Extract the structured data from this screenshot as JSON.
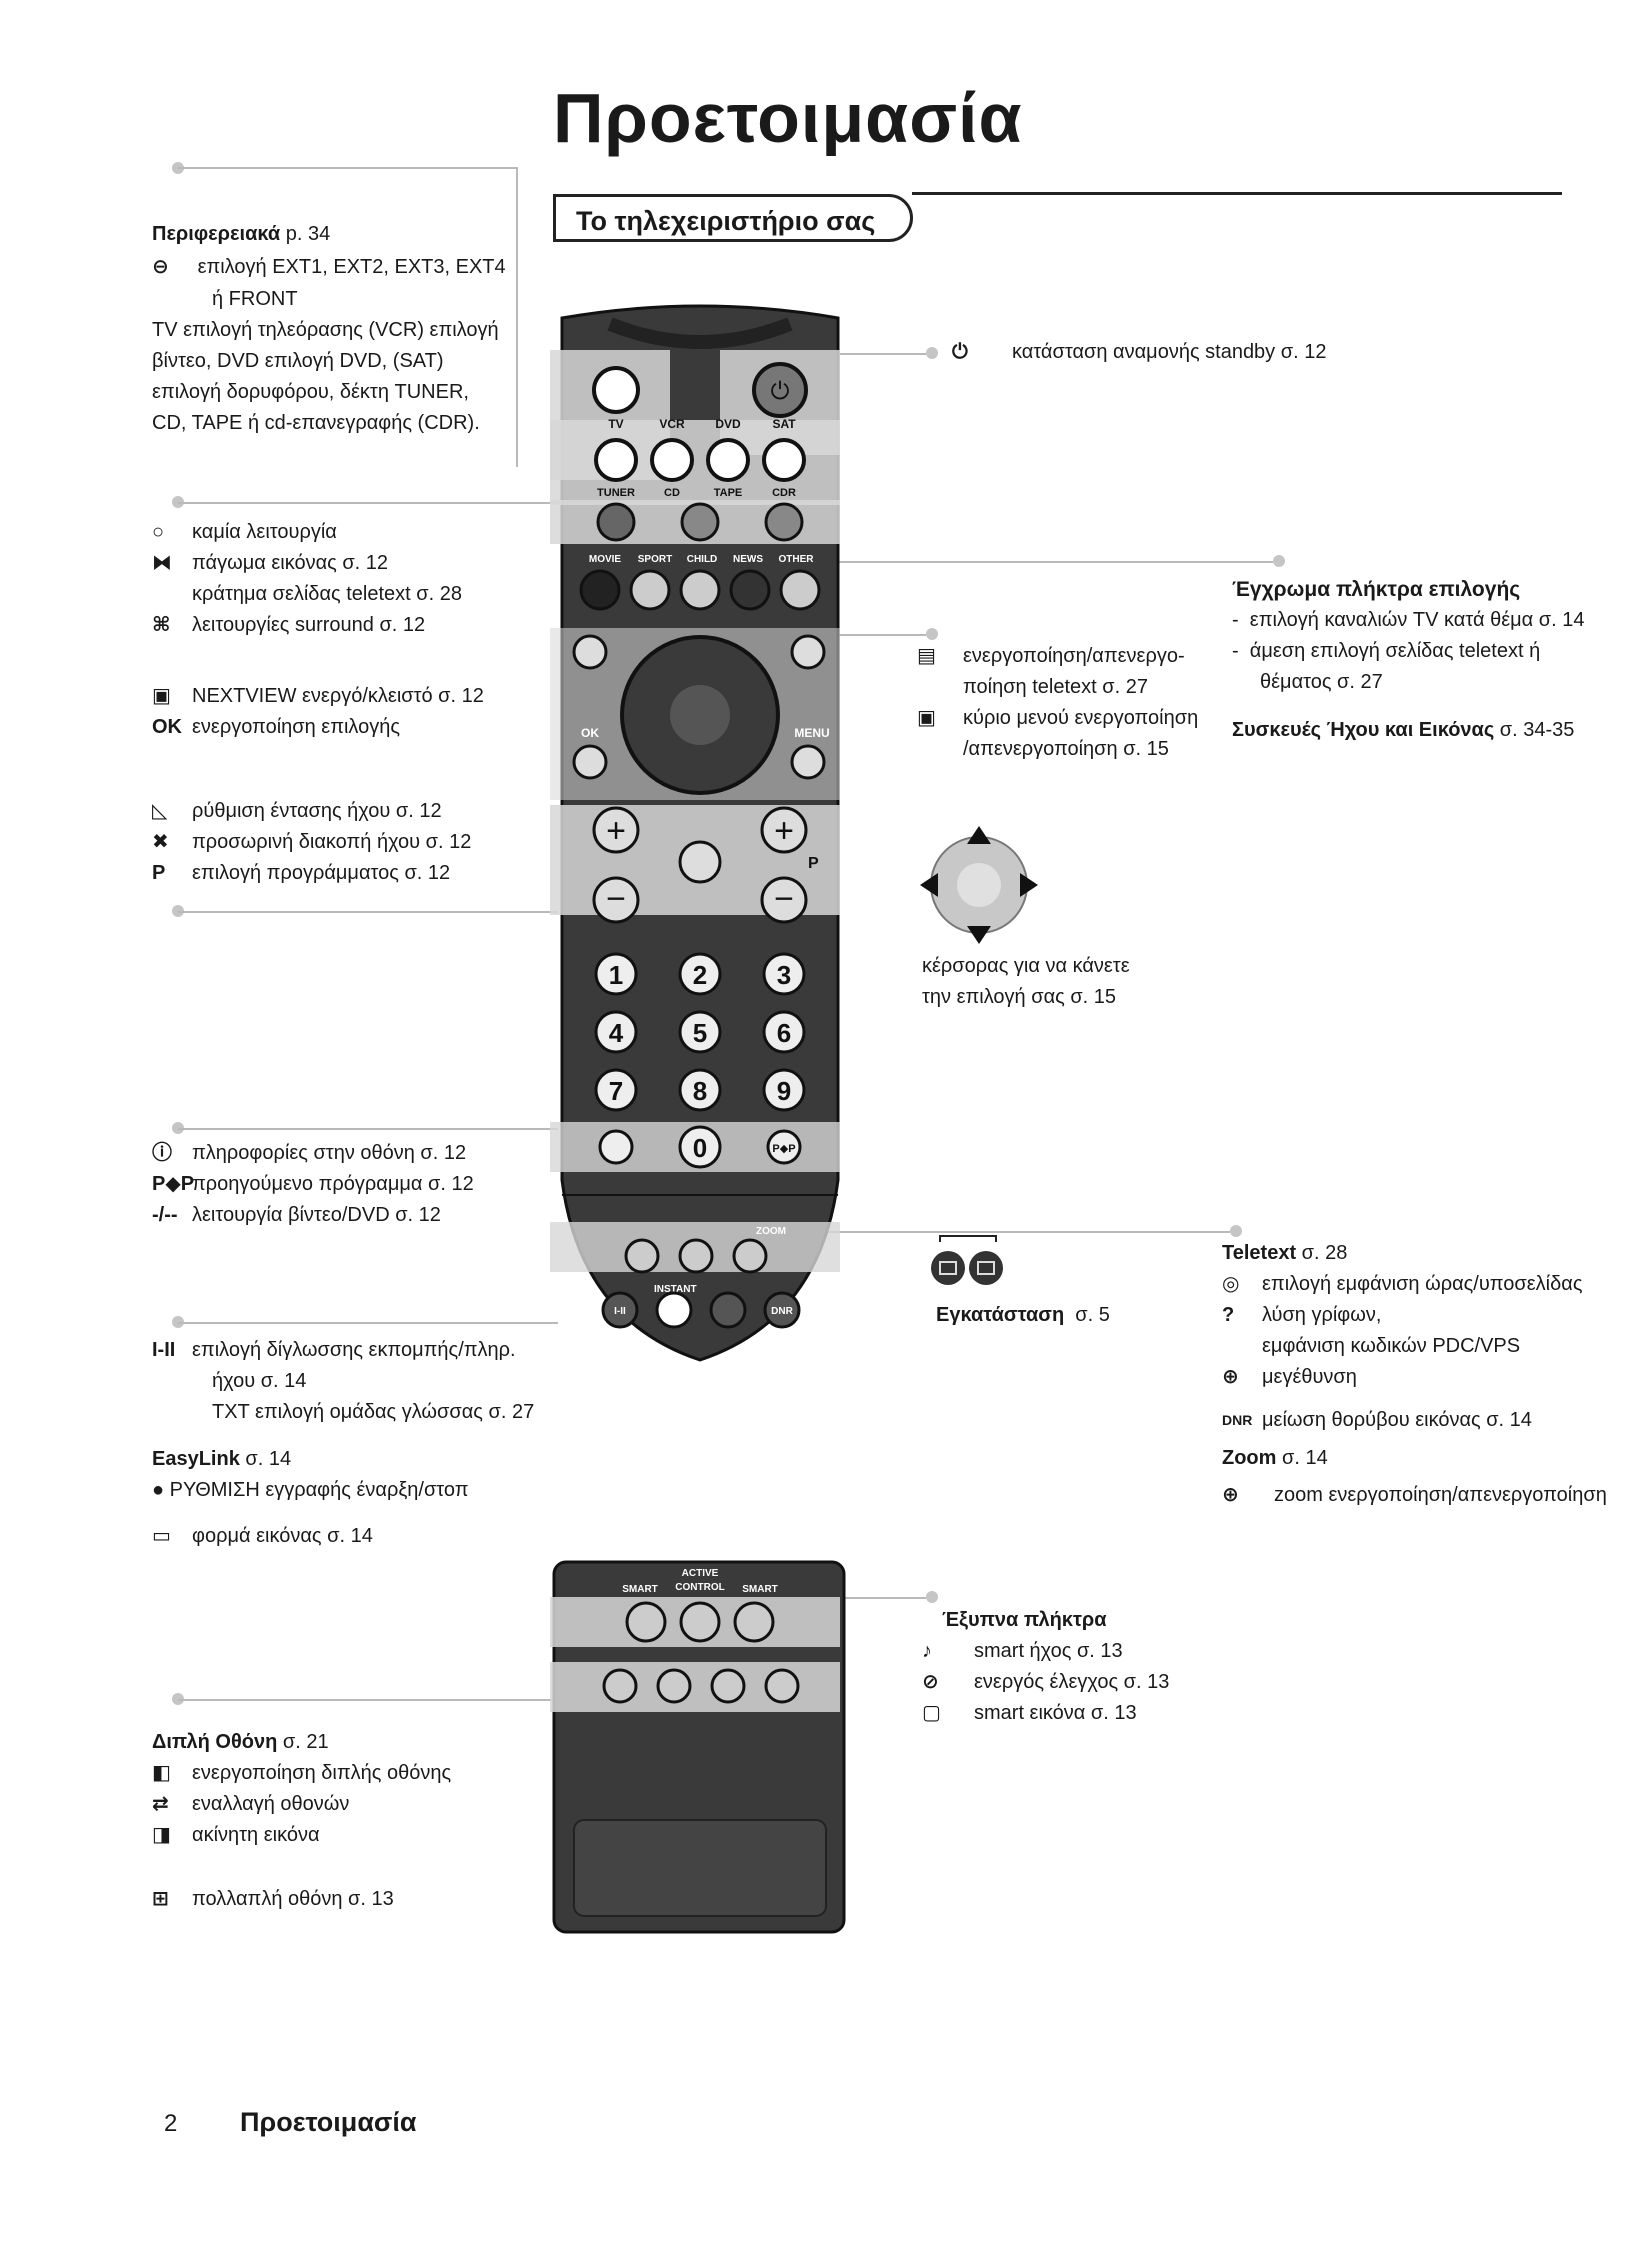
{
  "page_title": "Προετοιμασία",
  "section_title": "Το τηλεχειριστήριο σας",
  "left": {
    "peripherals": {
      "heading": "Περιφερειακά",
      "page_ref": "p. 34",
      "line1": "επιλογή EXT1, EXT2, EXT3, EXT4",
      "line2": "ή FRONT",
      "line3": "TV επιλογή τηλεόρασης (VCR) επιλογή",
      "line4": "βίντεο, DVD επιλογή DVD, (SAT)",
      "line5": "επιλογή δορυφόρου, δέκτη TUNER,",
      "line6": "CD, TAPE ή cd-επανεγραφής (CDR)."
    },
    "modes": [
      {
        "icon": "○",
        "text": "καμία λειτουργία"
      },
      {
        "icon": "⧓",
        "text": "πάγωμα εικόνας  σ. 12"
      },
      {
        "icon": "",
        "text": "κράτημα σελίδας teletext  σ. 28"
      },
      {
        "icon": "⌘",
        "text": "λειτουργίες surround  σ. 12"
      }
    ],
    "nextview": {
      "icon": "▣",
      "text": "NEXTVIEW ενεργό/κλειστό  σ. 12"
    },
    "ok": {
      "icon": "OK",
      "text": "ενεργοποίηση επιλογής"
    },
    "audio": [
      {
        "icon": "◺",
        "text": "ρύθμιση έντασης ήχου  σ. 12"
      },
      {
        "icon": "✖",
        "text": "προσωρινή διακοπή ήχου  σ. 12"
      },
      {
        "icon": "P",
        "text": "επιλογή προγράμματος  σ. 12"
      }
    ],
    "info": [
      {
        "icon": "ⓘ",
        "text": "πληροφορίες στην οθόνη  σ. 12"
      },
      {
        "icon": "P◆P",
        "text": "προηγούμενο πρόγραμμα  σ. 12"
      },
      {
        "icon": "-/--",
        "text": "λειτουργία βίντεο/DVD   σ. 12"
      }
    ],
    "dual": {
      "icon": "I-II",
      "line1": "επιλογή δίγλωσσης εκπομπής/πληρ.",
      "line2": "ήχου  σ. 14",
      "line3": "TXT επιλογή ομάδας γλώσσας  σ. 27"
    },
    "easylink": {
      "heading": "EasyLink",
      "page_ref": "σ. 14",
      "record": "● ΡΥΘΜΙΣΗ εγγραφής έναρξη/στοπ"
    },
    "format": {
      "icon": "▭",
      "text": "φορμά εικόνας  σ. 14"
    },
    "dual_screen": {
      "heading": "Διπλή Οθόνη",
      "page_ref": "σ. 21",
      "items": [
        {
          "icon": "◧",
          "text": "ενεργοποίηση διπλής οθόνης"
        },
        {
          "icon": "⇄",
          "text": "εναλλαγή οθονών"
        },
        {
          "icon": "◨",
          "text": "ακίνητη εικόνα"
        }
      ],
      "multi": {
        "icon": "⊞",
        "text": "πολλαπλή οθόνη σ. 13"
      }
    }
  },
  "right": {
    "standby": {
      "icon": "⏻",
      "text": "κατάσταση αναμονής standby  σ. 12"
    },
    "colour_keys": {
      "heading": "Έγχρωμα πλήκτρα επιλογής",
      "line1": "επιλογή καναλιών TV κατά θέμα  σ. 14",
      "line2": "άμεση επιλογή σελίδας teletext ή",
      "line3": "θέματος  σ. 27"
    },
    "av_devices": {
      "heading": "Συσκευές Ήχου και Εικόνας",
      "page_ref": "σ. 34-35"
    },
    "teletext_onoff": {
      "icon": "▤",
      "line1": "ενεργοποίηση/απενεργο-",
      "line2": "ποίηση teletext  σ. 27"
    },
    "main_menu": {
      "icon": "▣",
      "line1": "κύριο μενού ενεργοποίηση",
      "line2": "/απενεργοποίηση  σ. 15"
    },
    "cursor": {
      "line1": "κέρσορας για να κάνετε",
      "line2": "την επιλογή σας  σ. 15"
    },
    "install": {
      "heading": "Εγκατάσταση",
      "page_ref": "σ. 5"
    },
    "teletext": {
      "heading": "Teletext",
      "page_ref": "σ. 28",
      "items": [
        {
          "icon": "◎",
          "text": "επιλογή εμφάνιση ώρας/υποσελίδας"
        },
        {
          "icon": "?",
          "text": "λύση γρίφων,"
        },
        {
          "icon": "",
          "text": "εμφάνιση κωδικών PDC/VPS"
        },
        {
          "icon": "⊕",
          "text": "μεγέθυνση"
        },
        {
          "icon": "DNR",
          "text": "μείωση θορύβου εικόνας  σ. 14"
        }
      ]
    },
    "zoom": {
      "heading": "Zoom",
      "page_ref": "σ. 14",
      "icon": "⊕",
      "text": "zoom ενεργοποίηση/απενεργοποίηση"
    },
    "smart": {
      "heading": "Έξυπνα πλήκτρα",
      "items": [
        {
          "icon": "♪",
          "text": "smart ήχος  σ. 13"
        },
        {
          "icon": "⊘",
          "text": "ενεργός έλεγχος  σ. 13"
        },
        {
          "icon": "▢",
          "text": "smart εικόνα  σ. 13"
        }
      ]
    }
  },
  "remote": {
    "source_labels": [
      "TV",
      "VCR",
      "DVD",
      "SAT"
    ],
    "source_labels2": [
      "TUNER",
      "CD",
      "TAPE",
      "CDR"
    ],
    "colour_labels": [
      "MOVIE",
      "SPORT",
      "CHILD",
      "NEWS",
      "OTHER"
    ],
    "ok_label": "OK",
    "menu_label": "MENU",
    "p_label": "P",
    "digits": [
      "1",
      "2",
      "3",
      "4",
      "5",
      "6",
      "7",
      "8",
      "9"
    ],
    "zero": "0",
    "pip_label": "P◆P",
    "zoom_label": "ZOOM",
    "instant_label": "INSTANT",
    "ii_label": "I-II",
    "dnr_label": "DNR",
    "smart_labels": [
      "SMART",
      "ACTIVE",
      "CONTROL",
      "SMART"
    ]
  },
  "footer": {
    "page_number": "2",
    "title": "Προετοιμασία"
  }
}
